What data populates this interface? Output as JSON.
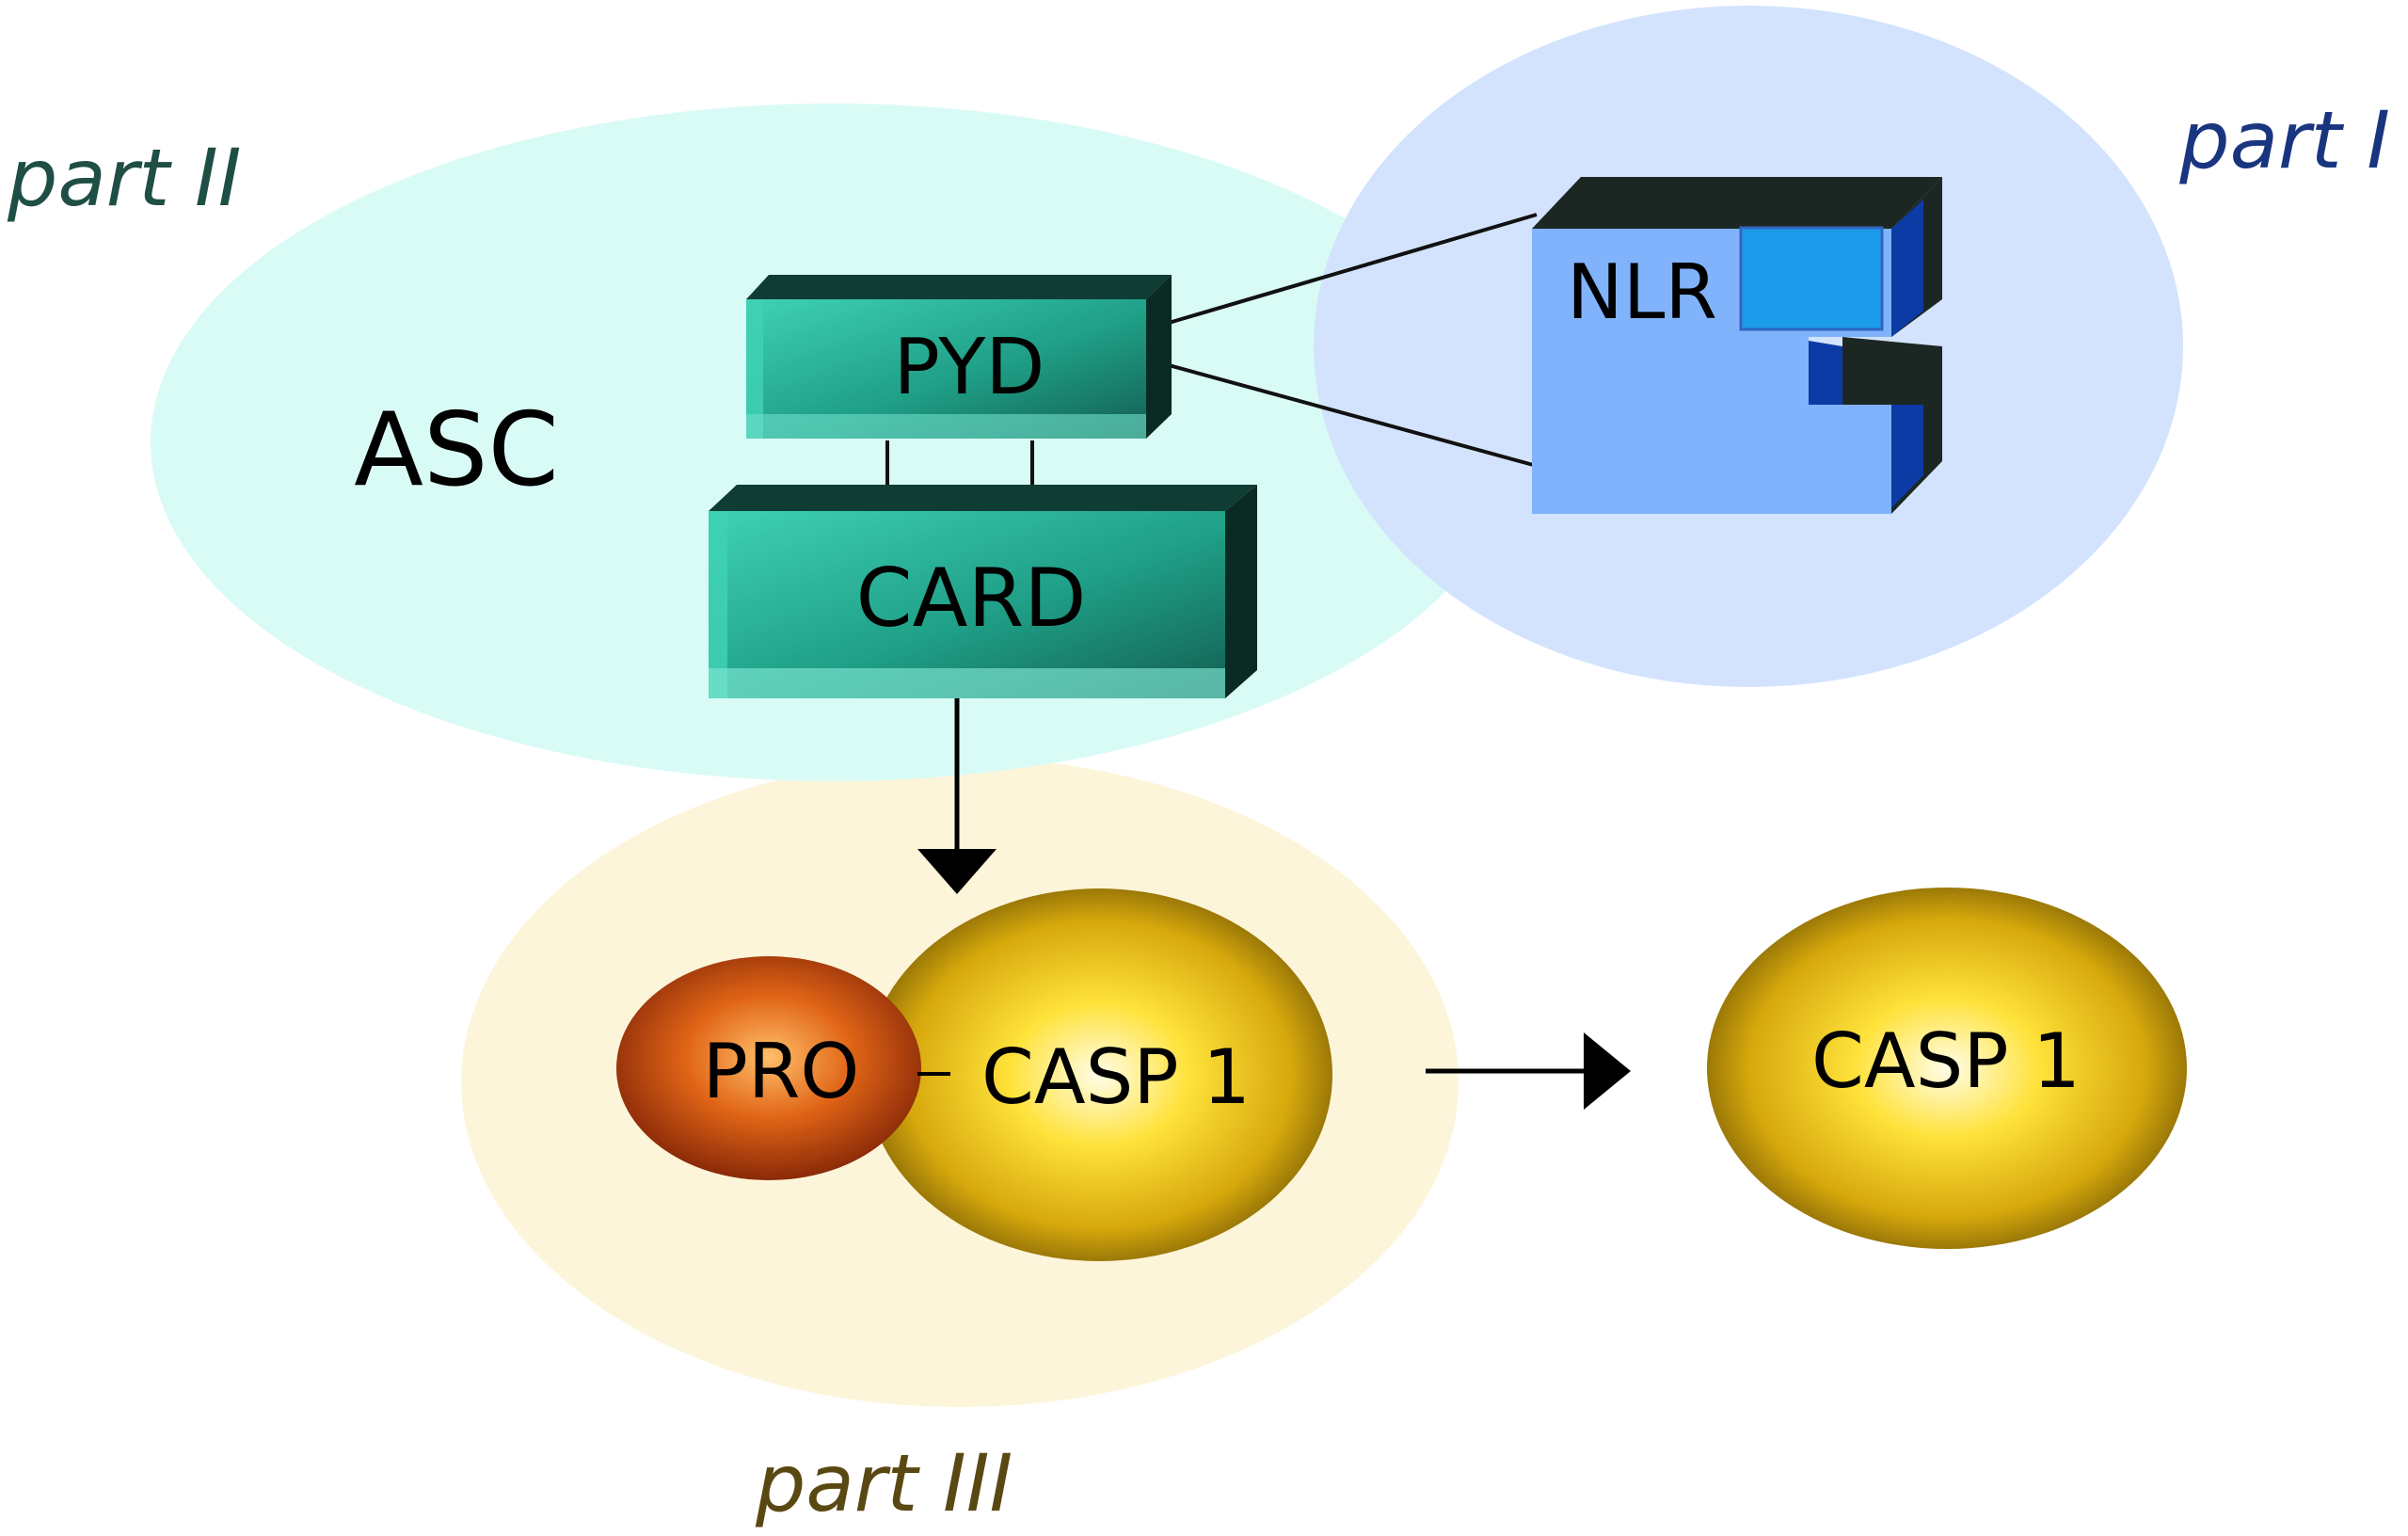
{
  "regions": {
    "part1": {
      "label": "part I",
      "fill": "#d3e3fd",
      "text_color": "#1a3580"
    },
    "part2": {
      "label": "part II",
      "fill": "#d9fbf5",
      "text_color": "#1f4f44"
    },
    "part3": {
      "label": "part III",
      "fill": "#fdf5da",
      "text_color": "#5a4812"
    }
  },
  "labels": {
    "asc": "ASC",
    "pyd": "PYD",
    "card": "CARD",
    "nlr": "NLR",
    "pro": "PRO",
    "casp1_bound": "CASP 1",
    "casp1_free": "CASP 1"
  },
  "colors": {
    "asc_domain": "#1f9f87",
    "nlr_body": "#80b3fb",
    "nlr_edge": "#0d3ba6",
    "pro": "#c9430f",
    "casp1": "#f2cd19"
  }
}
